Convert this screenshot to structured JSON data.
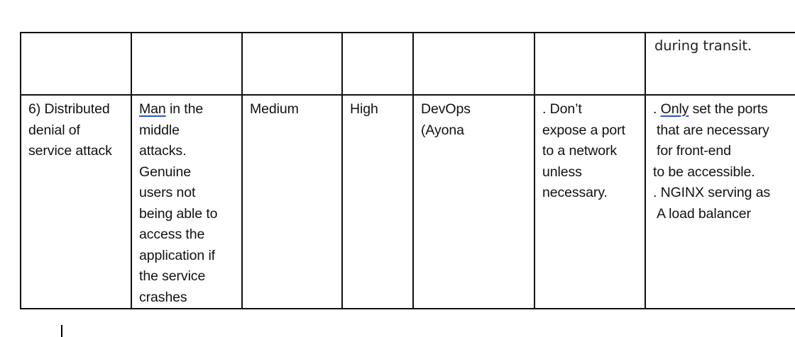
{
  "table": {
    "top_row": {
      "col7_text": "during transit."
    },
    "main_row": {
      "threat": [
        "6) Distributed",
        "denial of",
        "service attack"
      ],
      "impact_first_word": "Man",
      "impact_first_rest": " in the",
      "impact": [
        "middle",
        "attacks.",
        "Genuine",
        "users not",
        "being able to",
        "access the",
        "application if",
        "the service",
        "crashes"
      ],
      "likelihood": "Medium",
      "severity": "High",
      "owner": [
        "DevOps",
        "(Ayona"
      ],
      "prevention": [
        ". Don’t",
        "expose a port",
        "to a network",
        "unless",
        "necessary."
      ],
      "mitigation_prefix": ". ",
      "mitigation_first_word": "Only",
      "mitigation_first_rest": " set the ports",
      "mitigation": [
        "that are necessary",
        "for front-end"
      ],
      "mitigation_more": [
        "to be accessible.",
        ". NGINX serving as"
      ],
      "mitigation_last": "A load balancer"
    }
  }
}
